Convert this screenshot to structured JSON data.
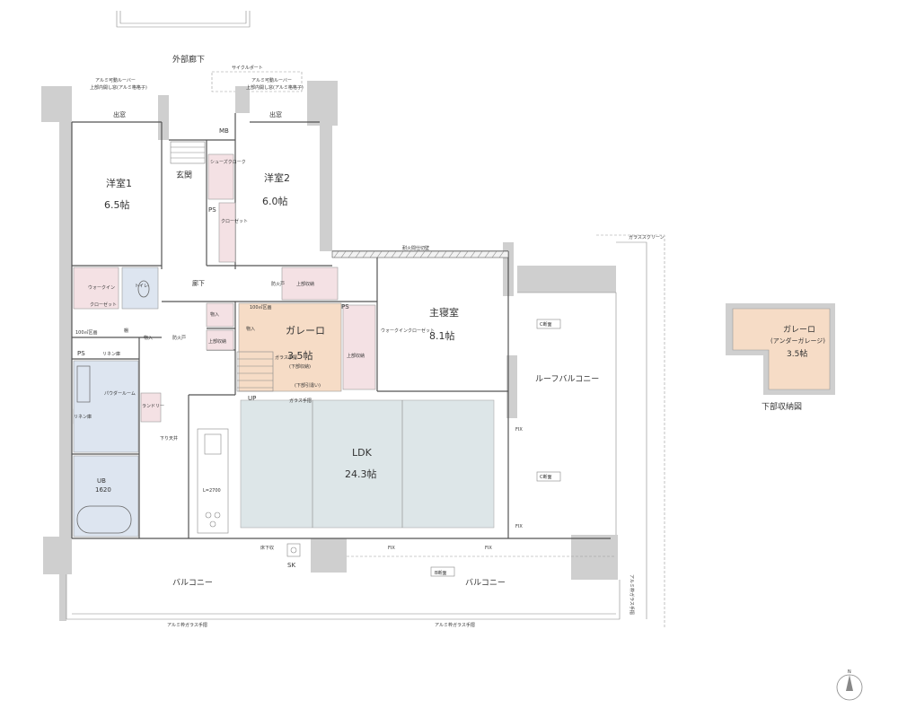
{
  "labels": {
    "outer_corridor": "外部廊下",
    "cycle_port": "サイクルポート",
    "louver_left": "アルミ可動ルーバー",
    "louver_left_sub": "上部内開し窓(アルミ格格子)",
    "louver_right": "アルミ可動ルーバー",
    "louver_right_sub": "上部内開し窓(アルミ格格子)",
    "bay_window_1": "出窓",
    "bay_window_2": "出窓",
    "mb": "MB",
    "entrance": "玄関",
    "shoe_closet": "シューズクローク",
    "ps_entry": "PS",
    "closet": "クローゼット",
    "room1_name": "洋室1",
    "room1_size": "6.5帖",
    "room2_name": "洋室2",
    "room2_size": "6.0帖",
    "fire_wall": "耐火間仕切壁",
    "glass_screen": "ガラススクリーン",
    "corridor": "廊下",
    "walkin_left": "ウォークイン",
    "walkin_left_sub": "クローゼット",
    "toilet": "トイレ",
    "shelf_100": "100㎡区画",
    "tana": "棚",
    "storage_a": "物入",
    "storage_b": "物入",
    "storage_c": "物入",
    "fire_door_1": "防火戸",
    "fire_door_2": "防火戸",
    "upper_storage_1": "上部収納",
    "upper_storage_2": "上部収納",
    "upper_storage_3": "上部収納",
    "area_100": "100㎡区画",
    "ps_left": "PS",
    "linen_1": "リネン庫",
    "linen_2": "リネン庫",
    "powder_room": "パウダールーム",
    "laundry": "ランドリー",
    "garage_name": "ガレーロ",
    "garage_size": "3.5帖",
    "garage_note": "(下部収納)",
    "glass_rail_v": "ガラス手摺",
    "under_note": "(下部引違い)",
    "up": "UP",
    "glass_rail_h": "ガラス手摺",
    "ps_right": "PS",
    "walkin_right": "ウォークインクローゼット",
    "master_name": "主寝室",
    "master_size": "8.1帖",
    "section_c1": "C断面",
    "section_c2": "C断面",
    "roof_balcony": "ルーフバルコニー",
    "fix_1": "FIX",
    "fix_2": "FIX",
    "fix_3": "FIX",
    "fix_4": "FIX",
    "lowered_ceiling": "下り天井",
    "ub_name": "UB",
    "ub_size": "1620",
    "kitchen_length": "L=2700",
    "ldk_name": "LDK",
    "ldk_size": "24.3帖",
    "floor_storage": "床下収",
    "sk": "SK",
    "section_b": "B断面",
    "balcony_1": "バルコニー",
    "balcony_2": "バルコニー",
    "rail_1": "アルミ枠ガラス手摺",
    "rail_2": "アルミ枠ガラス手摺",
    "rail_3": "アルミ枠ガラス手摺",
    "inset_name": "ガレーロ",
    "inset_sub": "(アンダーガレージ)",
    "inset_size": "3.5帖",
    "inset_caption": "下部収納図",
    "north": "N"
  }
}
